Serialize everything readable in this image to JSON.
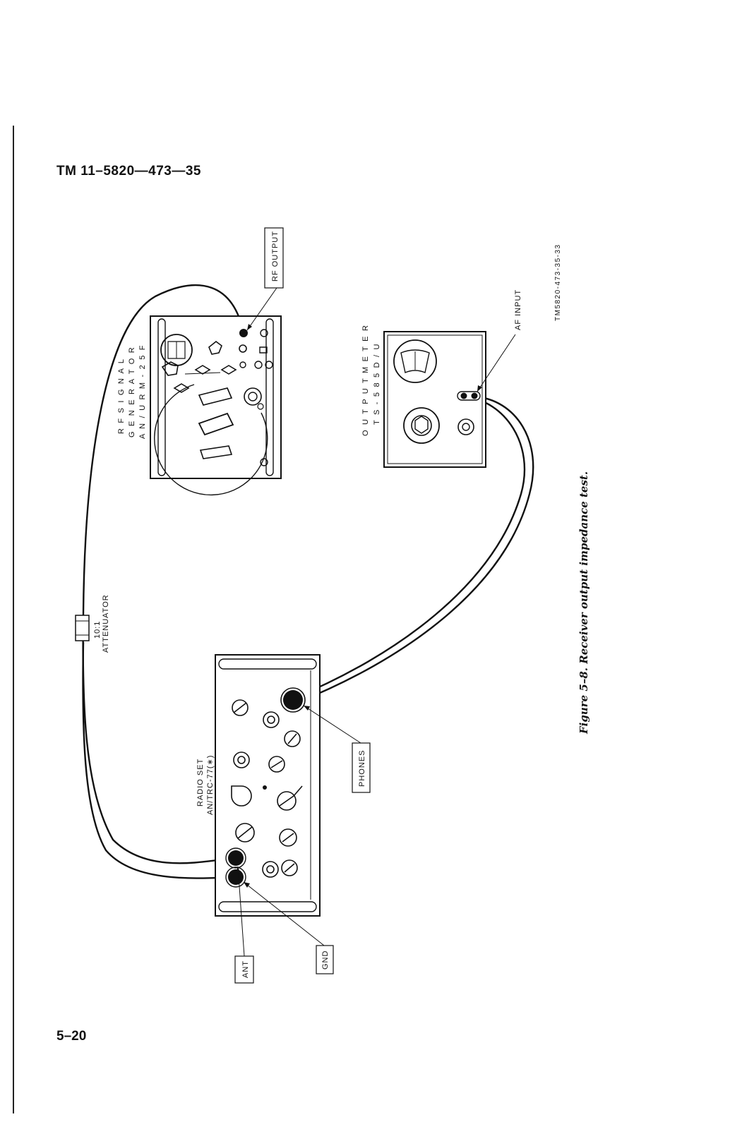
{
  "header": {
    "doc_id": "TM 11–5820—473—35"
  },
  "footer": {
    "page_number": "5–20"
  },
  "figure": {
    "caption": "Figure 5–8.  Receiver output impedance test.",
    "drawing_number": "TM5820-473-35-33",
    "equipment": {
      "rf_signal_generator": {
        "line1": "R F  S I G N A L",
        "line2": "G E N E R A T O R",
        "line3": "A N / U R M - 2 5 F"
      },
      "output_meter": {
        "line1": "O U T P U T  M E T E R",
        "line2": "T S - 5 8 5 D / U"
      },
      "radio_set": {
        "line1": "RADIO SET",
        "line2": "AN/TRC-77(∗)"
      }
    },
    "callouts": {
      "rf_output": "RF OUTPUT",
      "af_input": "AF INPUT",
      "phones": "PHONES",
      "gnd": "GND",
      "ant": "ANT",
      "attenuator_ratio": "10:1",
      "attenuator": "ATTENUATOR"
    }
  }
}
